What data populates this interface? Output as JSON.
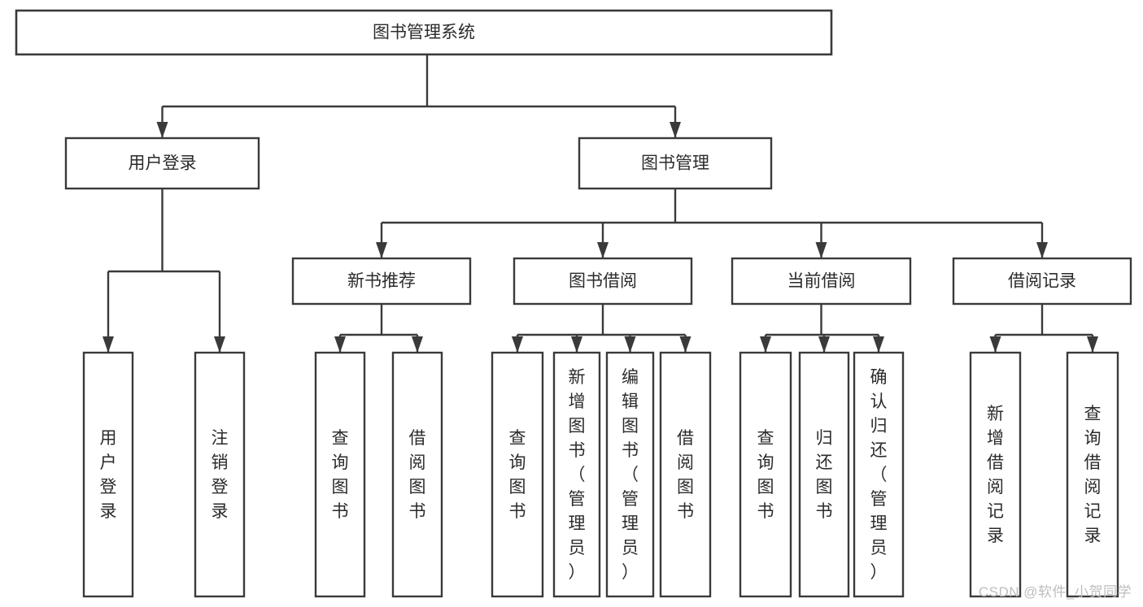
{
  "diagram": {
    "type": "tree-hierarchy-chart",
    "title": "图书管理系统",
    "watermark": "CSDN @软件_小贺同学",
    "nodes": {
      "root": {
        "label": "图书管理系统"
      },
      "level2": [
        {
          "id": "user-login",
          "label": "用户登录"
        },
        {
          "id": "book-management",
          "label": "图书管理"
        }
      ],
      "level3": [
        {
          "id": "new-book-recommend",
          "label": "新书推荐",
          "parent": "book-management"
        },
        {
          "id": "book-borrow",
          "label": "图书借阅",
          "parent": "book-management"
        },
        {
          "id": "current-borrow",
          "label": "当前借阅",
          "parent": "book-management"
        },
        {
          "id": "borrow-record",
          "label": "借阅记录",
          "parent": "book-management"
        }
      ],
      "leaves": [
        {
          "id": "leaf-user-login",
          "label": "用户登录",
          "parent": "user-login"
        },
        {
          "id": "leaf-logout-login",
          "label": "注销登录",
          "parent": "user-login"
        },
        {
          "id": "leaf-query-book-1",
          "label": "查询图书",
          "parent": "new-book-recommend"
        },
        {
          "id": "leaf-borrow-book-1",
          "label": "借阅图书",
          "parent": "new-book-recommend"
        },
        {
          "id": "leaf-query-book-2",
          "label": "查询图书",
          "parent": "book-borrow"
        },
        {
          "id": "leaf-add-book",
          "label": "新增图书（管理员）",
          "parent": "book-borrow"
        },
        {
          "id": "leaf-edit-book",
          "label": "编辑图书（管理员）",
          "parent": "book-borrow"
        },
        {
          "id": "leaf-borrow-book-2",
          "label": "借阅图书",
          "parent": "book-borrow"
        },
        {
          "id": "leaf-query-book-3",
          "label": "查询图书",
          "parent": "current-borrow"
        },
        {
          "id": "leaf-return-book",
          "label": "归还图书",
          "parent": "current-borrow"
        },
        {
          "id": "leaf-confirm-return",
          "label": "确认归还（管理员）",
          "parent": "current-borrow"
        },
        {
          "id": "leaf-add-record",
          "label": "新增借阅记录",
          "parent": "borrow-record"
        },
        {
          "id": "leaf-query-record",
          "label": "查询借阅记录",
          "parent": "borrow-record"
        }
      ]
    },
    "colors": {
      "stroke": "#3a3a3a",
      "box_fill": "#ffffff",
      "text": "#2b2b2b",
      "background": "#ffffff",
      "watermark": "#bdbdbd"
    }
  }
}
